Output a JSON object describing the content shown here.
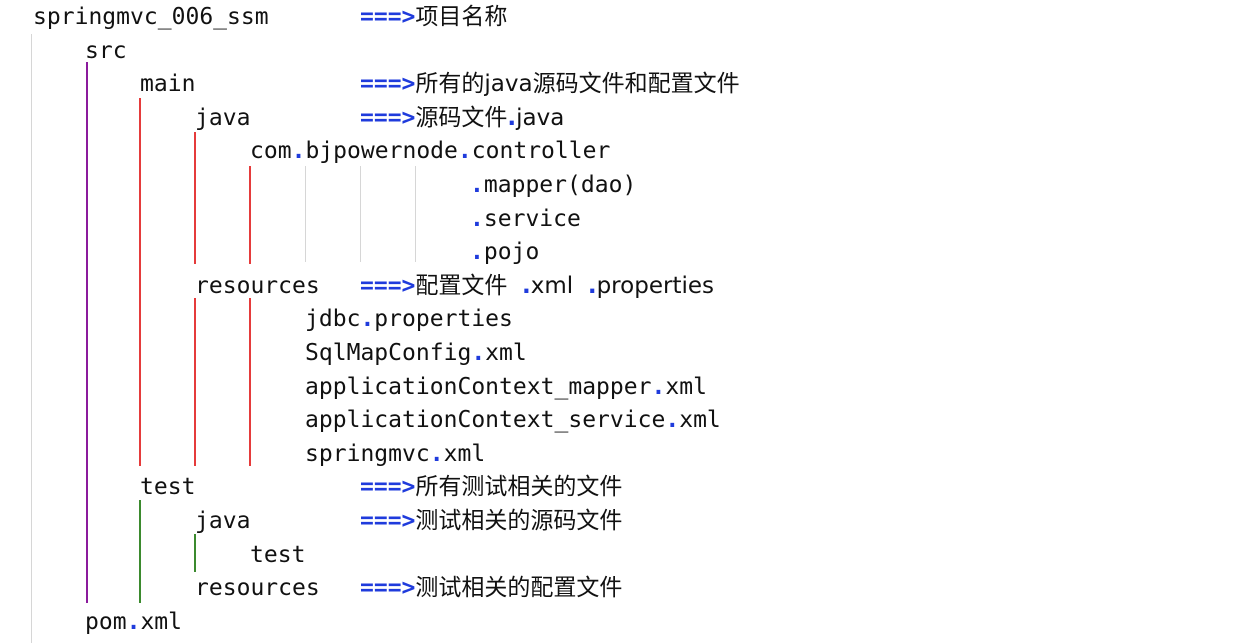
{
  "tree": {
    "lines": [
      {
        "text": "springmvc_006_ssm",
        "annotation": {
          "arrow": "===>",
          "text": "项目名称"
        }
      },
      {
        "text": "src"
      },
      {
        "text": "main",
        "annotation": {
          "arrow": "===>",
          "text": "所有的java源码文件和配置文件"
        }
      },
      {
        "text": "java",
        "annotation": {
          "arrow": "===>",
          "text": "源码文件.java"
        }
      },
      {
        "text": "com.bjpowernode.controller"
      },
      {
        "text": ".mapper(dao)"
      },
      {
        "text": ".service"
      },
      {
        "text": ".pojo"
      },
      {
        "text": "resources",
        "annotation": {
          "arrow": "===>",
          "text": "配置文件  .xml  .properties"
        }
      },
      {
        "text": "jdbc.properties"
      },
      {
        "text": "SqlMapConfig.xml"
      },
      {
        "text": "applicationContext_mapper.xml"
      },
      {
        "text": "applicationContext_service.xml"
      },
      {
        "text": "springmvc.xml"
      },
      {
        "text": "test",
        "annotation": {
          "arrow": "===>",
          "text": "所有测试相关的文件"
        }
      },
      {
        "text": "java",
        "annotation": {
          "arrow": "===>",
          "text": "测试相关的源码文件"
        }
      },
      {
        "text": "test"
      },
      {
        "text": "resources",
        "annotation": {
          "arrow": "===>",
          "text": "测试相关的配置文件"
        }
      },
      {
        "text": "pom.xml"
      }
    ]
  },
  "colors": {
    "text": "#111111",
    "arrow": "#1f3bdc",
    "dot": "#1f3bdc",
    "purple_line": "#8b1a9c",
    "red_line": "#e53b3b",
    "green_line": "#3b8a2e",
    "guide_line": "#d6d6d6"
  }
}
